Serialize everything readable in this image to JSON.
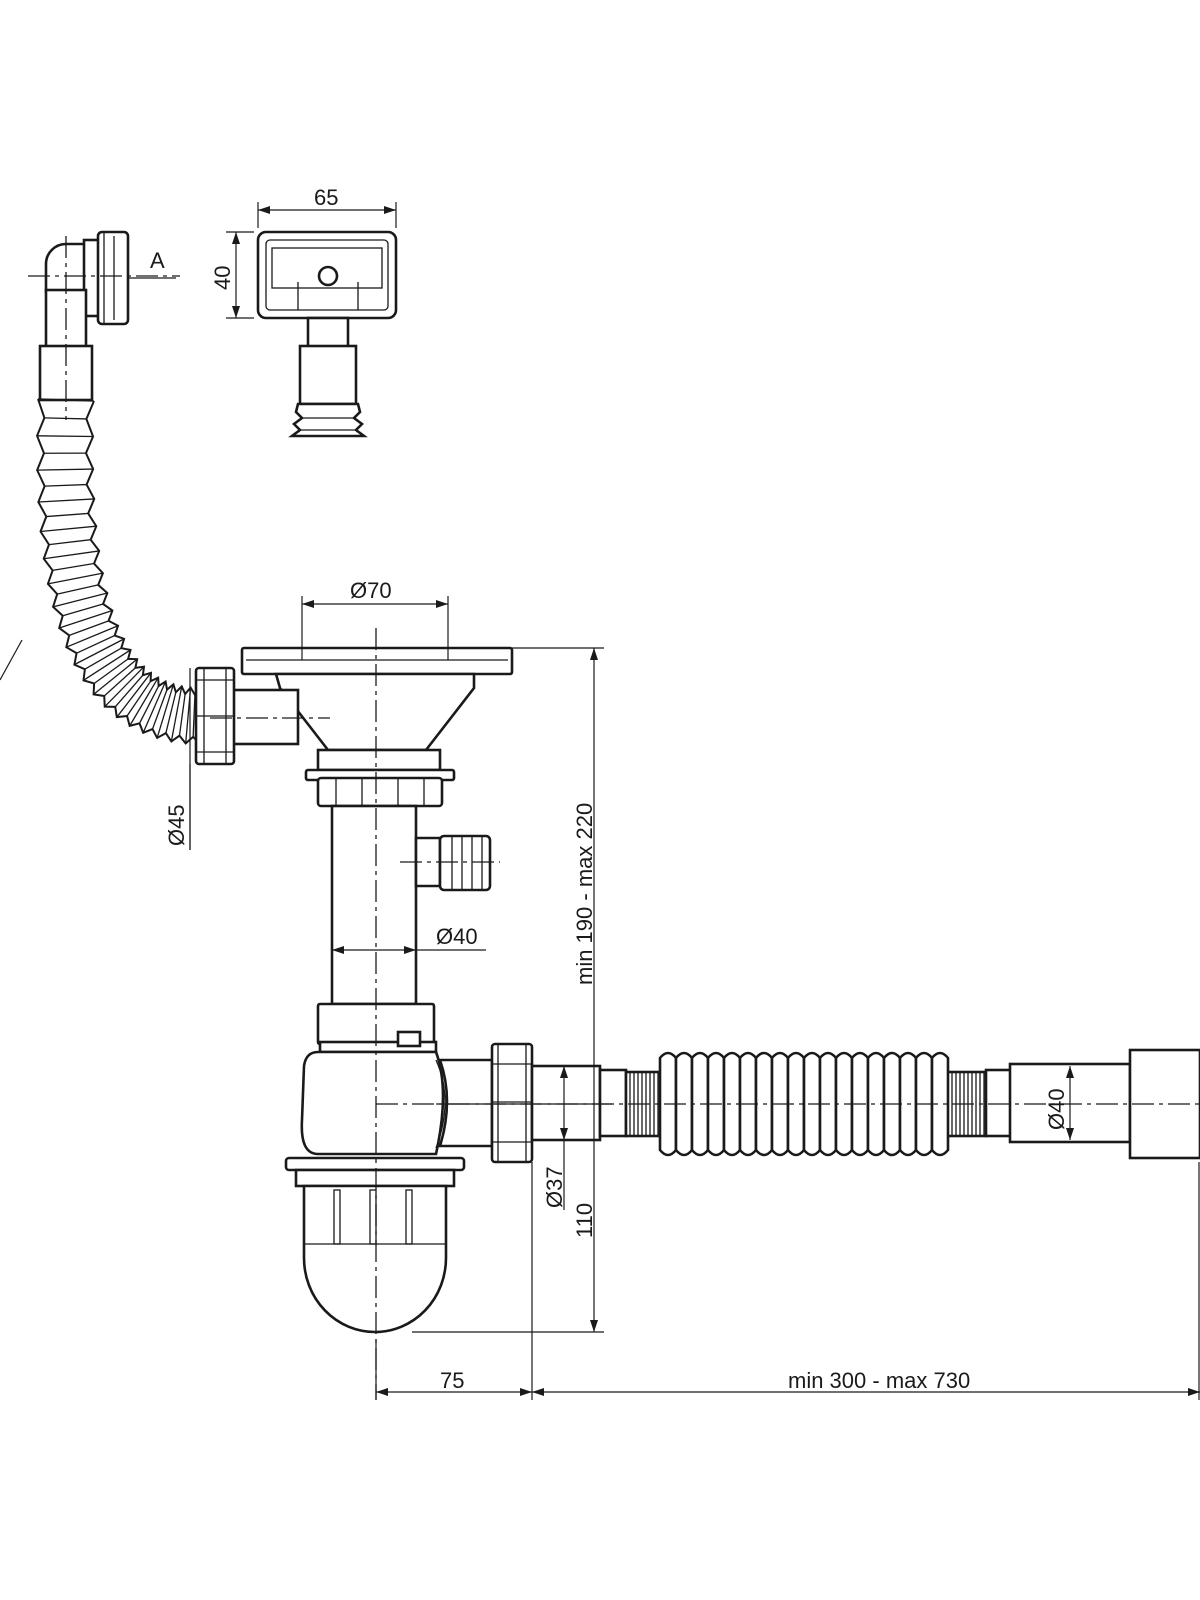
{
  "labels": {
    "width_65": "65",
    "height_40": "40",
    "view_a": "A",
    "dia_70": "Ø70",
    "dia_45": "Ø45",
    "dia_40_pipe": "Ø40",
    "height_range": "min 190 - max 220",
    "dia_37": "Ø37",
    "height_110": "110",
    "dia_40_outlet": "Ø40",
    "offset_75": "75",
    "length_range": "min 300 - max 730"
  },
  "colors": {
    "line": "#1a1a1a",
    "background": "#ffffff"
  }
}
